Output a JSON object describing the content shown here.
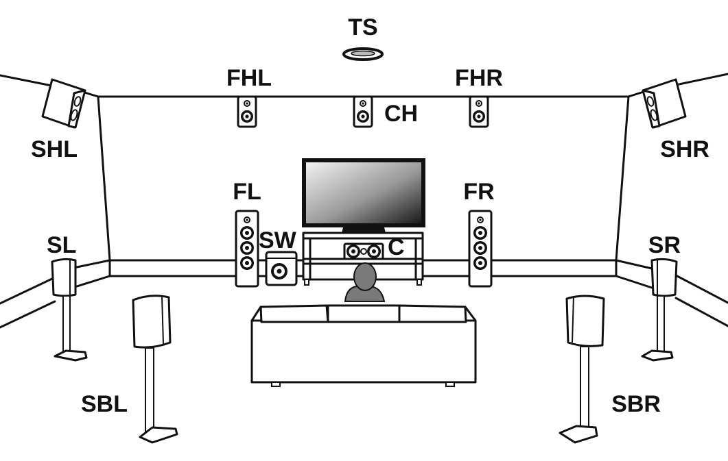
{
  "diagram": {
    "labels": {
      "ts": "TS",
      "fhl": "FHL",
      "fhr": "FHR",
      "ch": "CH",
      "shl": "SHL",
      "shr": "SHR",
      "fl": "FL",
      "fr": "FR",
      "sw": "SW",
      "c": "C",
      "sl": "SL",
      "sr": "SR",
      "sbl": "SBL",
      "sbr": "SBR"
    }
  }
}
